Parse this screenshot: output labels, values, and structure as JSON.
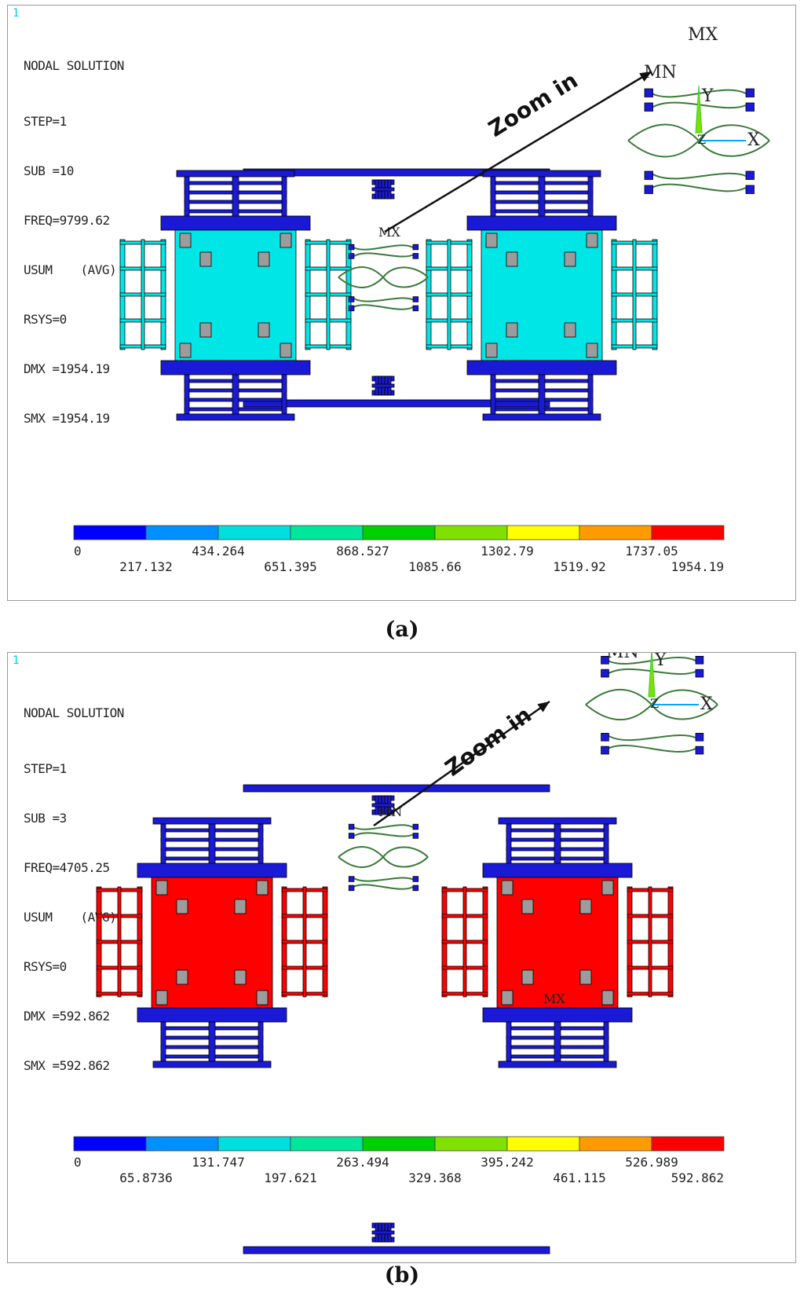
{
  "panels": [
    {
      "id": "a",
      "corner_number": "1",
      "title": "NODAL SOLUTION",
      "info": [
        "STEP=1",
        "SUB =10",
        "FREQ=9799.62",
        "USUM",
        "RSYS=0",
        "DMX =1954.19",
        "SMX =1954.19"
      ],
      "usum_avg": "(AVG)",
      "zoom_label": "Zoom in",
      "marker_main": "MX",
      "marker_zoom": "MX",
      "marker_zoom_mn": "MN",
      "axis_x": "X",
      "axis_y": "Y",
      "axis_z": "Z",
      "mass_color": "#00e6e6",
      "colorbar_labels_top": [
        "0",
        "434.264",
        "868.527",
        "1302.79",
        "1737.05"
      ],
      "colorbar_labels_bottom": [
        "217.132",
        "651.395",
        "1085.66",
        "1519.92",
        "1954.19"
      ],
      "caption": "(a)"
    },
    {
      "id": "b",
      "corner_number": "1",
      "title": "NODAL SOLUTION",
      "info": [
        "STEP=1",
        "SUB =3",
        "FREQ=4705.25",
        "USUM",
        "RSYS=0",
        "DMX =592.862",
        "SMX =592.862"
      ],
      "usum_avg": "(AVG)",
      "zoom_label": "Zoom in",
      "marker_main": "MN",
      "marker_zoom": "MN",
      "marker_mx": "MX",
      "axis_x": "X",
      "axis_y": "Y",
      "axis_z": "Z",
      "mass_color": "#ff0000",
      "colorbar_labels_top": [
        "0",
        "131.747",
        "263.494",
        "395.242",
        "526.989"
      ],
      "colorbar_labels_bottom": [
        "65.8736",
        "197.621",
        "329.368",
        "461.115",
        "592.862"
      ],
      "caption": "(b)"
    }
  ],
  "colorbar_colors": [
    "#0000ff",
    "#0090ff",
    "#00dede",
    "#00e69a",
    "#00d000",
    "#80e000",
    "#ffff00",
    "#ff9a00",
    "#ff0000"
  ],
  "frame_color": "#1a1ad6"
}
